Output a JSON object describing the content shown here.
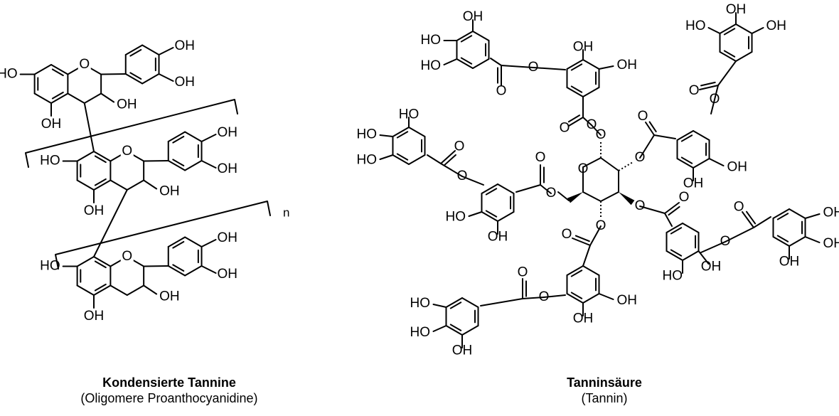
{
  "condensed": {
    "title": "Kondensierte Tannine",
    "subtitle": "(Oligomere Proanthocyanidine)",
    "repeat_label": "n",
    "atom_labels": [
      "OH",
      "HO",
      "O"
    ]
  },
  "tannic_acid": {
    "title": "Tanninsäure",
    "subtitle": "(Tannin)",
    "atom_labels": [
      "OH",
      "HO",
      "O"
    ]
  }
}
